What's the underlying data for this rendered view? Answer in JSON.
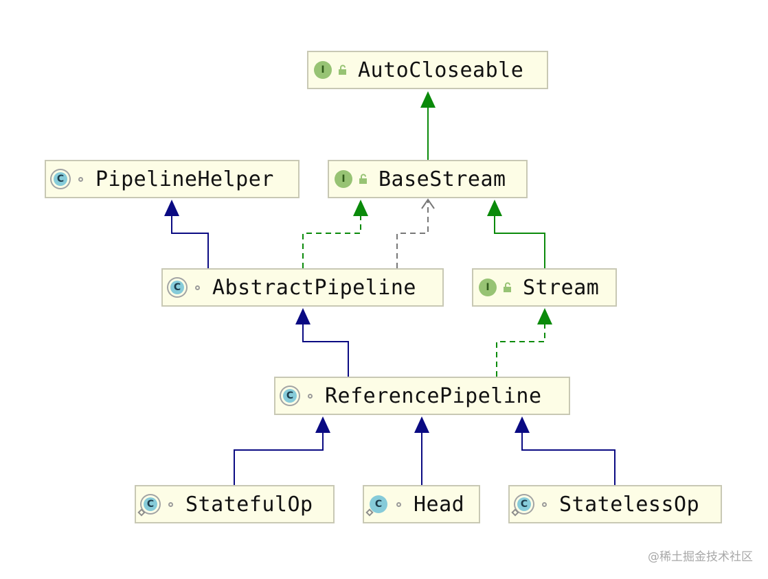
{
  "colors": {
    "extends": "#0a0a82",
    "implements": "#0a8a0a",
    "dependency": "#777777"
  },
  "nodes": {
    "autocloseable": {
      "label": "AutoCloseable",
      "kind": "interface",
      "kind_letter": "I",
      "visibility": "public"
    },
    "basestream": {
      "label": "BaseStream",
      "kind": "interface",
      "kind_letter": "I",
      "visibility": "public"
    },
    "pipelinehelper": {
      "label": "PipelineHelper",
      "kind": "abstract",
      "kind_letter": "C",
      "visibility": "package"
    },
    "abstractpipeline": {
      "label": "AbstractPipeline",
      "kind": "abstract",
      "kind_letter": "C",
      "visibility": "package"
    },
    "stream": {
      "label": "Stream",
      "kind": "interface",
      "kind_letter": "I",
      "visibility": "public"
    },
    "referencepipeline": {
      "label": "ReferencePipeline",
      "kind": "abstract",
      "kind_letter": "C",
      "visibility": "package"
    },
    "statefulop": {
      "label": "StatefulOp",
      "kind": "abstract-static",
      "kind_letter": "C",
      "visibility": "package"
    },
    "head": {
      "label": "Head",
      "kind": "class-static",
      "kind_letter": "C",
      "visibility": "package"
    },
    "statelessop": {
      "label": "StatelessOp",
      "kind": "abstract-static",
      "kind_letter": "C",
      "visibility": "package"
    }
  },
  "edges": [
    {
      "from": "basestream",
      "to": "autocloseable",
      "type": "extends-interface"
    },
    {
      "from": "abstractpipeline",
      "to": "pipelinehelper",
      "type": "extends"
    },
    {
      "from": "abstractpipeline",
      "to": "basestream",
      "type": "implements"
    },
    {
      "from": "abstractpipeline",
      "to": "basestream",
      "type": "dependency"
    },
    {
      "from": "stream",
      "to": "basestream",
      "type": "extends-interface"
    },
    {
      "from": "referencepipeline",
      "to": "abstractpipeline",
      "type": "extends"
    },
    {
      "from": "referencepipeline",
      "to": "stream",
      "type": "implements"
    },
    {
      "from": "statefulop",
      "to": "referencepipeline",
      "type": "extends"
    },
    {
      "from": "head",
      "to": "referencepipeline",
      "type": "extends"
    },
    {
      "from": "statelessop",
      "to": "referencepipeline",
      "type": "extends"
    }
  ],
  "watermark": "@稀土掘金技术社区"
}
